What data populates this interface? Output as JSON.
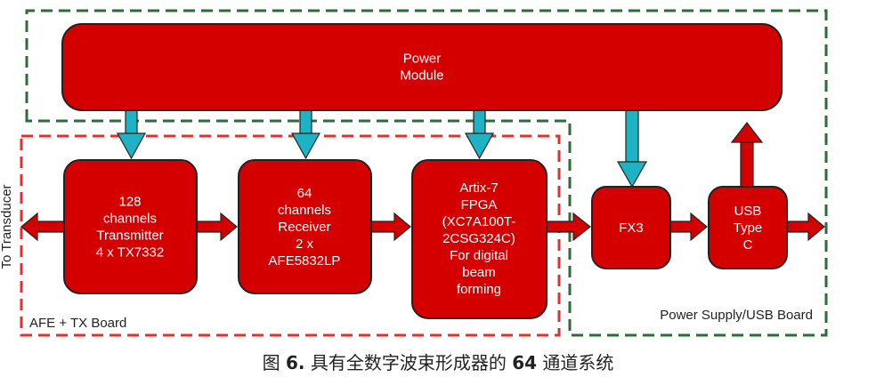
{
  "colors": {
    "block_fill": "#d40000",
    "block_stroke": "#222222",
    "red_arrow": "#d40000",
    "cyan_arrow": "#1db3c4",
    "afe_border": "#e03030",
    "psu_border": "#2e6b3a"
  },
  "blocks": {
    "power_module": [
      "Power",
      "Module"
    ],
    "transmitter": [
      "128",
      "channels",
      "Transmitter",
      "4 x TX7332"
    ],
    "receiver": [
      "64",
      "channels",
      "Receiver",
      "2 x",
      "AFE5832LP"
    ],
    "fpga": [
      "Artix-7",
      "FPGA",
      "(XC7A100T-",
      "2CSG324C)",
      "For digital",
      "beam",
      "forming"
    ],
    "fx3": [
      "FX3"
    ],
    "usb": [
      "USB",
      "Type",
      "C"
    ]
  },
  "labels": {
    "transducer": "To Transducer",
    "afe_board": "AFE + TX Board",
    "psu_board": "Power Supply/USB Board"
  },
  "caption": {
    "prefix": "图 ",
    "figure_num": "6.",
    "title": " 具有全数字波束形成器的 ",
    "channels": "64",
    "suffix": " 通道系统"
  }
}
